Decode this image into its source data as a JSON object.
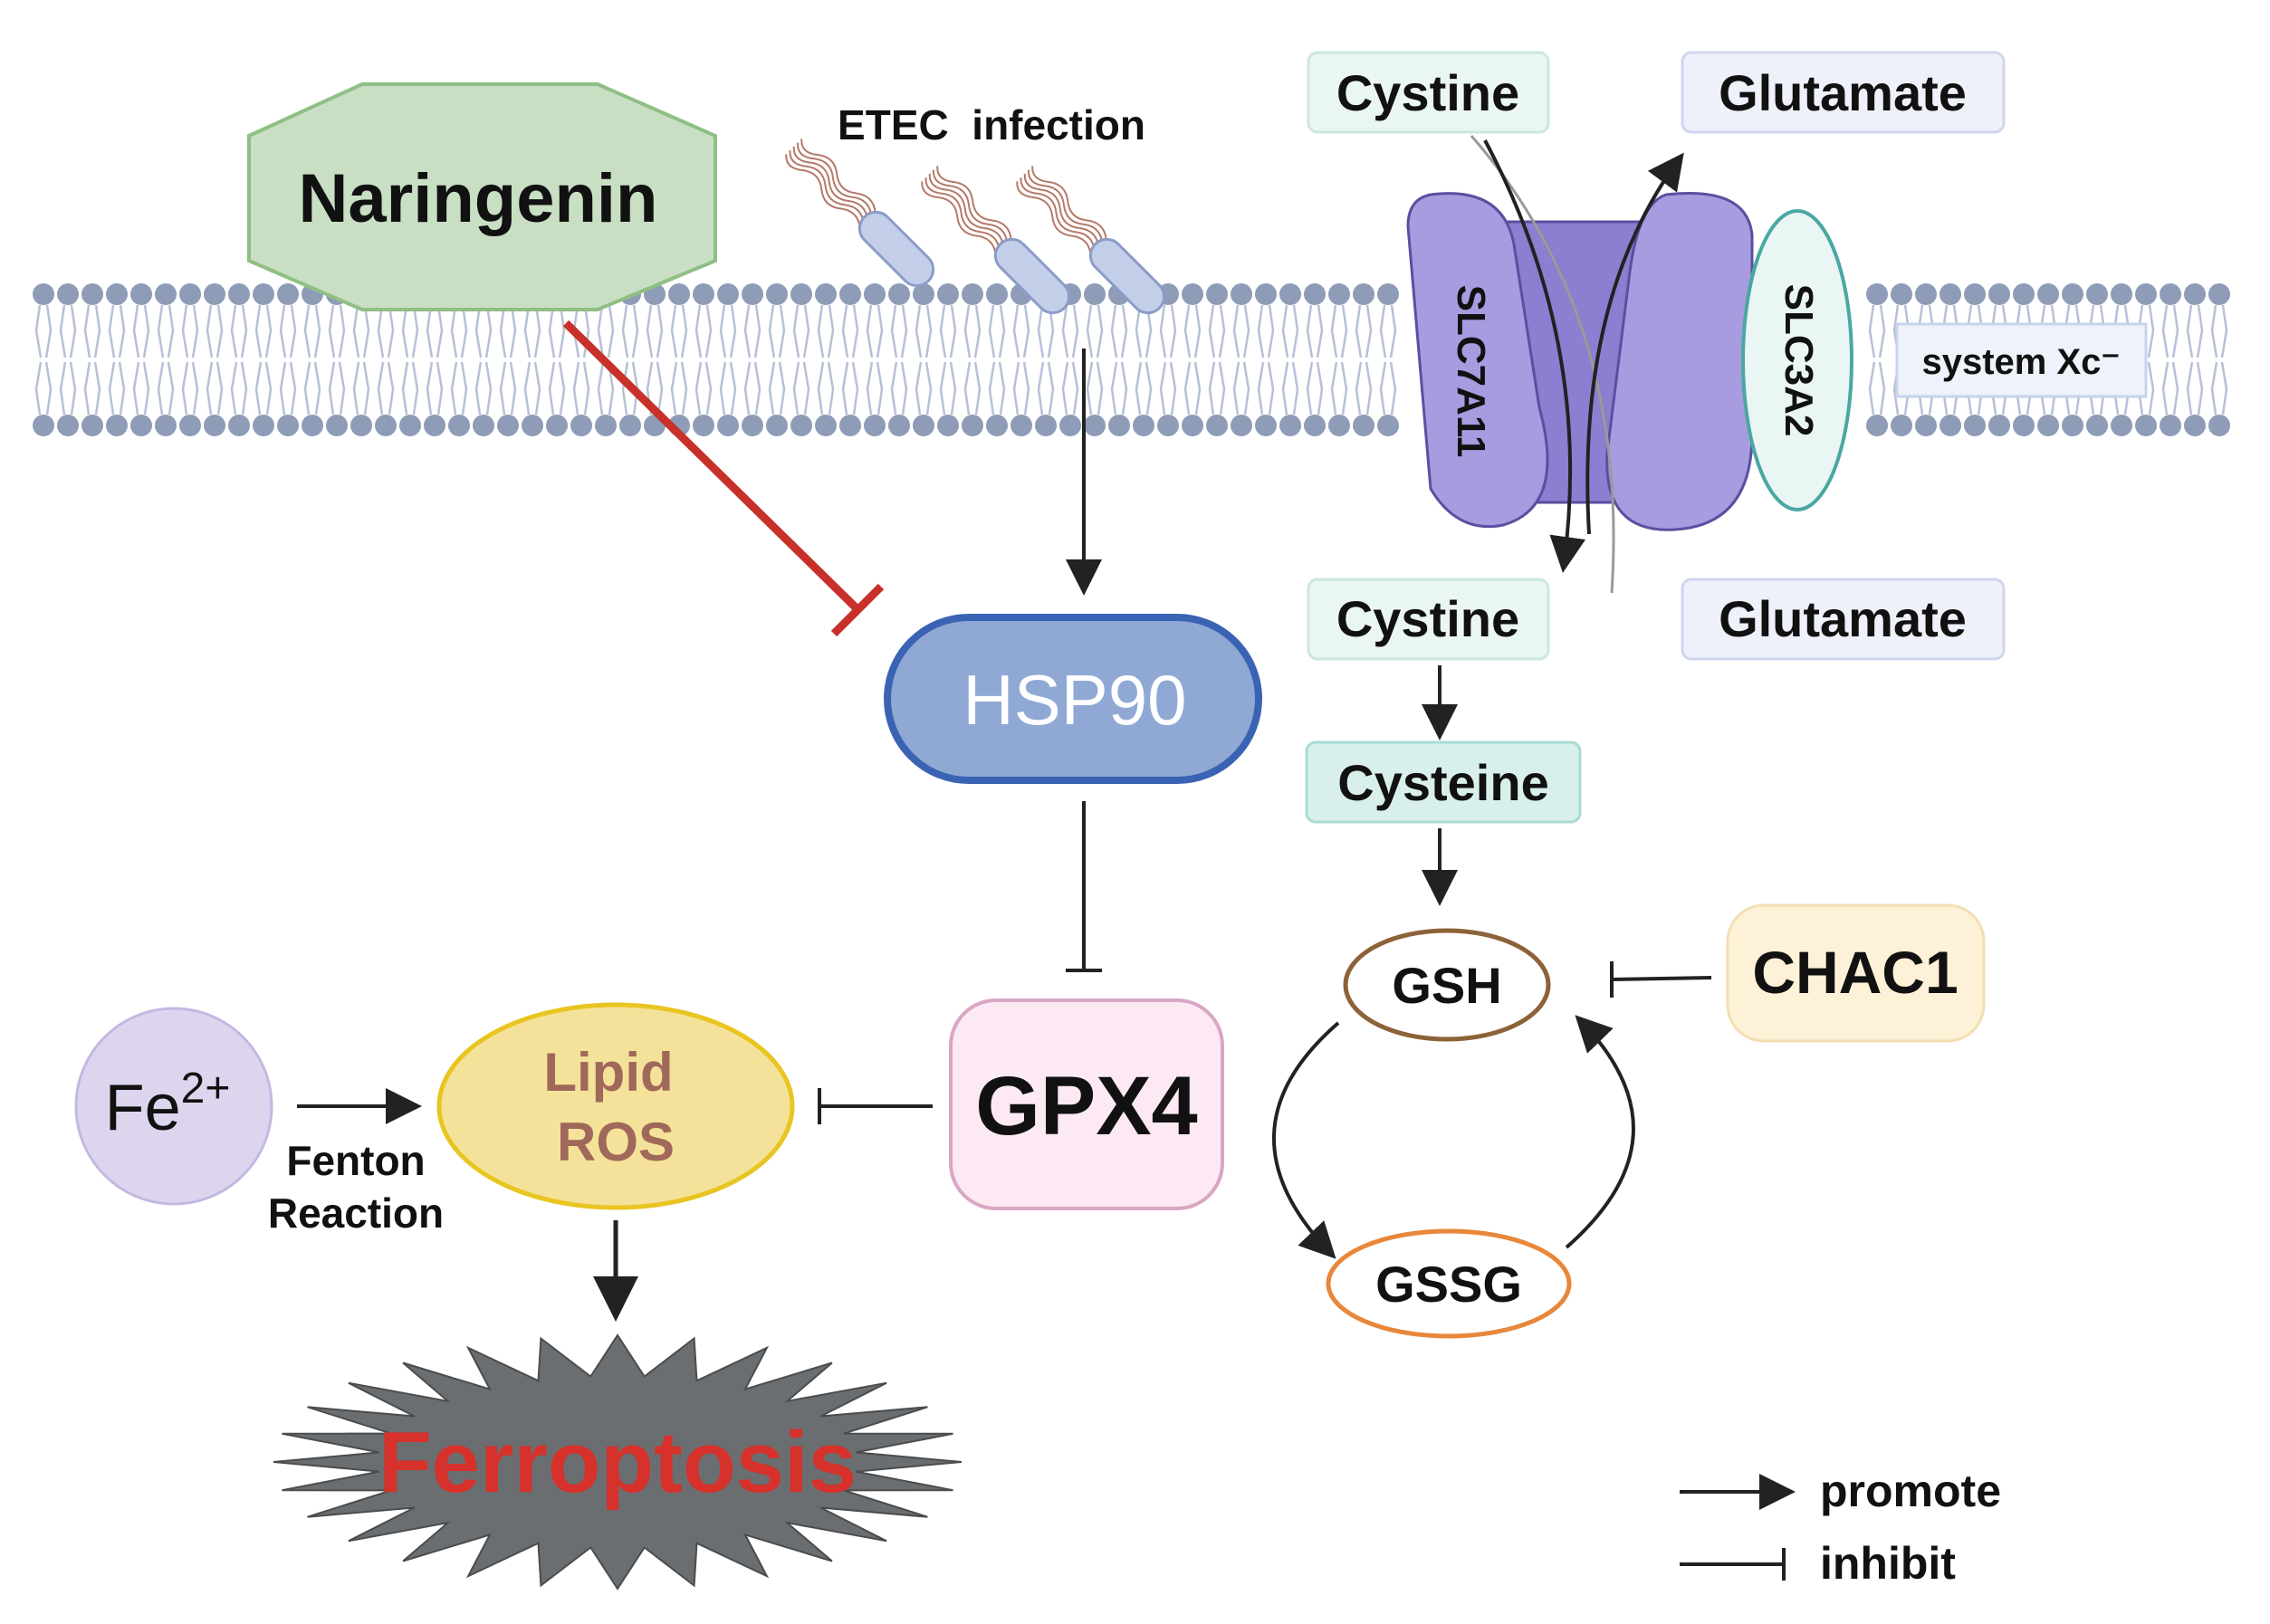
{
  "nodes": {
    "naringenin": "Naringenin",
    "etec_infection": "ETEC  infection",
    "cystine_out": "Cystine",
    "glutamate_out": "Glutamate",
    "slc7a11": "SLC7A11",
    "slc3a2": "SLC3A2",
    "system_xc": "system Xc⁻",
    "hsp90": "HSP90",
    "cystine_in": "Cystine",
    "glutamate_in": "Glutamate",
    "cysteine": "Cysteine",
    "gsh": "GSH",
    "chac1": "CHAC1",
    "gssg": "GSSG",
    "gpx4": "GPX4",
    "lipid": "Lipid",
    "ros": "ROS",
    "fe_base": "Fe",
    "fe_charge": "2+",
    "fenton": "Fenton",
    "reaction": "Reaction",
    "ferroptosis": "Ferroptosis"
  },
  "legend": {
    "promote": "promote",
    "inhibit": "inhibit"
  },
  "colors": {
    "naringenin_fill": "#c9dfc4",
    "naringenin_stroke": "#8fbf84",
    "hsp90_fill": "#8fa8d4",
    "hsp90_stroke": "#3b63b3",
    "gpx4_fill": "#fde9f3",
    "gpx4_stroke": "#d9a6c4",
    "lipid_fill": "#f5e29a",
    "lipid_stroke": "#e8c521",
    "lipid_text": "#a0685a",
    "fe_fill": "#ddd5ee",
    "chac1_fill": "#fdf1d8",
    "gsh_stroke": "#8c6239",
    "gssg_stroke": "#e8873a",
    "transporter": "#a79ce0",
    "membrane": "#8e9cb8",
    "inhibit_red": "#c8302a",
    "ferroptosis_text": "#d6312b",
    "burst_fill": "#6b6e70"
  }
}
